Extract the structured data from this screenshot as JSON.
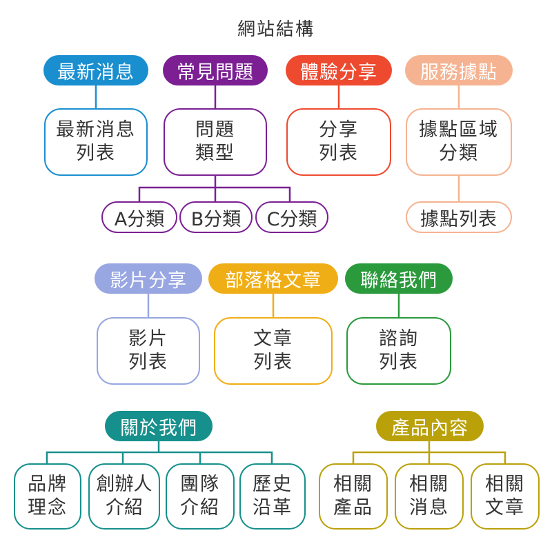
{
  "title": "網站結構",
  "colors": {
    "news": "#1a8fd0",
    "faq": "#7b1f93",
    "share": "#ee4a2f",
    "points": "#f5b391",
    "video": "#98a6e2",
    "blog": "#f0ae16",
    "contact": "#2a9a3c",
    "about": "#16908c",
    "product": "#baa10a"
  },
  "sections": {
    "news": {
      "label": "最新消息",
      "child": "最新消息\n列表"
    },
    "faq": {
      "label": "常見問題",
      "child": "問題\n類型",
      "subs": [
        "A分類",
        "B分類",
        "C分類"
      ]
    },
    "share": {
      "label": "體驗分享",
      "child": "分享\n列表"
    },
    "points": {
      "label": "服務據點",
      "child": "據點區域\n分類",
      "child2": "據點列表"
    },
    "video": {
      "label": "影片分享",
      "child": "影片\n列表"
    },
    "blog": {
      "label": "部落格文章",
      "child": "文章\n列表"
    },
    "contact": {
      "label": "聯絡我們",
      "child": "諮詢\n列表"
    },
    "about": {
      "label": "關於我們",
      "children": [
        "品牌\n理念",
        "創辦人\n介紹",
        "團隊\n介紹",
        "歷史\n沿革"
      ]
    },
    "product": {
      "label": "產品內容",
      "children": [
        "相關\n產品",
        "相關\n消息",
        "相關\n文章"
      ]
    }
  }
}
